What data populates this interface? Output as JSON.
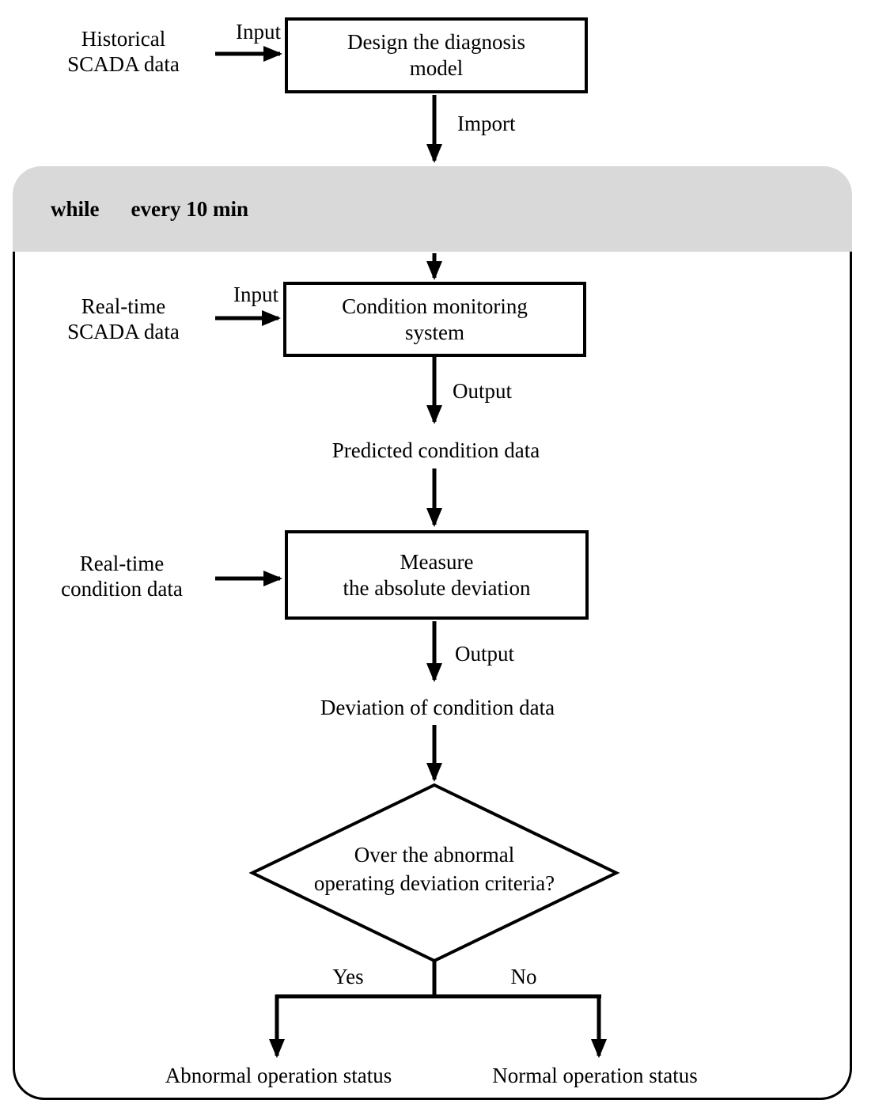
{
  "colors": {
    "background": "#ffffff",
    "stroke": "#000000",
    "loop_header_bg": "#d9d9d9"
  },
  "loop_header": {
    "keyword": "while",
    "condition": "every 10 min"
  },
  "boxes": {
    "design": "Design the diagnosis\nmodel",
    "monitoring": "Condition monitoring\nsystem",
    "measure": "Measure\nthe absolute deviation"
  },
  "decision": "Over the abnormal\noperating deviation criteria?",
  "inputs": {
    "historical": "Historical\nSCADA data",
    "realtime_scada": "Real-time\nSCADA data",
    "realtime_condition": "Real-time\ncondition data"
  },
  "arrow_labels": {
    "input_top": "Input",
    "import": "Import",
    "input_loop": "Input",
    "output_monitoring": "Output",
    "output_measure": "Output",
    "yes": "Yes",
    "no": "No"
  },
  "data_labels": {
    "predicted": "Predicted condition data",
    "deviation": "Deviation of condition data"
  },
  "results": {
    "abnormal": "Abnormal operation status",
    "normal": "Normal operation status"
  }
}
